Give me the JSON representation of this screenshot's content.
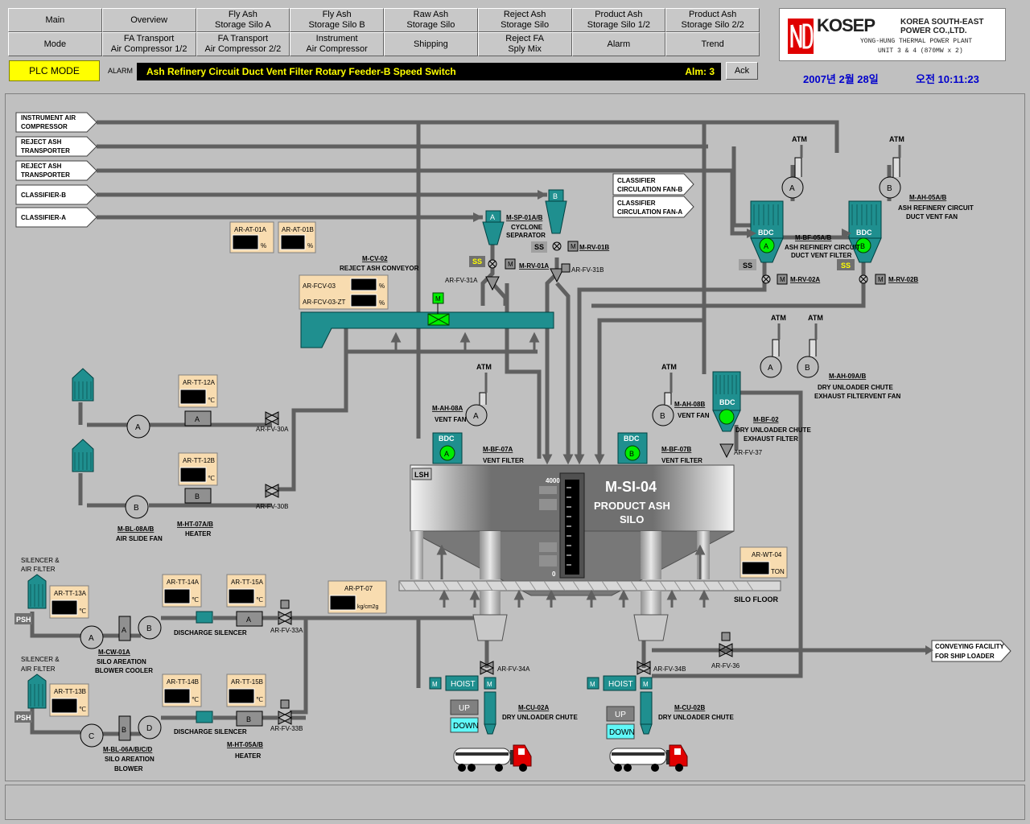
{
  "nav": {
    "main": "Main",
    "overview": "Overview",
    "fly_ash_a": "Fly Ash\nStorage Silo A",
    "fly_ash_b": "Fly Ash\nStorage Silo B",
    "raw_ash": "Raw Ash\nStorage Silo",
    "reject_ash": "Reject Ash\nStorage Silo",
    "product_ash_1": "Product Ash\nStorage Silo 1/2",
    "product_ash_2": "Product Ash\nStorage Silo 2/2",
    "mode": "Mode",
    "fa_transport_1": "FA Transport\nAir Compressor 1/2",
    "fa_transport_2": "FA Transport\nAir Compressor 2/2",
    "instrument_air": "Instrument\nAir Compressor",
    "shipping": "Shipping",
    "reject_fa": "Reject FA\nSply Mix",
    "alarm": "Alarm",
    "trend": "Trend"
  },
  "logo": {
    "brand": "KOSEP",
    "corp_line1": "KOREA SOUTH-EAST",
    "corp_line2": "POWER CO.,LTD.",
    "plant": "YONG-HUNG THERMAL POWER PLANT",
    "unit": "UNIT 3 & 4 (870MW x 2)"
  },
  "status": {
    "plc_mode": "PLC MODE",
    "alarm_label": "ALARM",
    "alarm_message": "Ash Refinery Circuit Duct Vent Filter Rotary Feeder-B Speed Switch",
    "alm_count": "Alm:   3",
    "ack": "Ack",
    "date": "2007년 2월 28일",
    "time": "오전 10:11:23"
  },
  "colors": {
    "background": "#c0c0c0",
    "equipment_teal": "#1f8f8f",
    "running_green": "#00ff00",
    "readout_bg": "#000000",
    "tag_bg": "#f8dcb0",
    "hmi_yellow": "#ffff00",
    "date_blue": "#0000cc"
  },
  "inlets": {
    "instrument_air": "INSTRUMENT AIR\nCOMPRESSOR",
    "reject_ash_1": "REJECT ASH\nTRANSPORTER",
    "reject_ash_2": "REJECT ASH\nTRANSPORTER",
    "classifier_b": "CLASSIFIER-B",
    "classifier_a": "CLASSIFIER-A"
  },
  "outlets": {
    "fan_b": "CLASSIFIER\nCIRCULATION FAN-B",
    "fan_a": "CLASSIFIER\nCIRCULATION FAN-A",
    "ship_loader": "CONVEYING FACILITY\nFOR SHIP LOADER"
  },
  "tags": {
    "at01a": "AR-AT-01A",
    "at01b": "AR-AT-01B",
    "fcv03": "AR-FCV-03",
    "fcv03zt": "AR-FCV-03-ZT",
    "tt12a": "AR-TT-12A",
    "tt12b": "AR-TT-12B",
    "tt13a": "AR-TT-13A",
    "tt13b": "AR-TT-13B",
    "tt14a": "AR-TT-14A",
    "tt14b": "AR-TT-14B",
    "tt15a": "AR-TT-15A",
    "tt15b": "AR-TT-15B",
    "pt07": "AR-PT-07",
    "wt04": "AR-WT-04"
  },
  "units": {
    "percent": "%",
    "celsius": "℃",
    "pressure": "kg/cm2g",
    "ton": "TON"
  },
  "labels": {
    "cv02": "M-CV-02",
    "reject_conveyor": "REJECT ASH CONVEYOR",
    "sp01": "M-SP-01A/B",
    "cyclone": "CYCLONE",
    "separator": "SEPARATOR",
    "rv01a": "M-RV-01A",
    "rv01b": "M-RV-01B",
    "fv31a": "AR-FV-31A",
    "fv31b": "AR-FV-31B",
    "ah05": "M-AH-05A/B",
    "arc_vent_1": "ASH REFINERY CIRCUIT",
    "arc_vent_2": "DUCT VENT FAN",
    "bf05": "M-BF-05A/B",
    "arc_filter_1": "ASH REFINERY CIRCUIT",
    "arc_filter_2": "DUCT VENT FILTER",
    "rv02a": "M-RV-02A",
    "rv02b": "M-RV-02B",
    "ah09": "M-AH-09A/B",
    "dry_fan_1": "DRY UNLOADER CHUTE",
    "dry_fan_2": "EXHAUST FILTER VENT FAN",
    "bf02": "M-BF-02",
    "dry_filter_1": "DRY UNLOADER CHUTE",
    "dry_filter_2": "EXHAUST FILTER",
    "fv37": "AR-FV-37",
    "ah08a": "M-AH-08A",
    "ah08b": "M-AH-08B",
    "vent_fan": "VENT FAN",
    "bf07a": "M-BF-07A",
    "bf07b": "M-BF-07B",
    "vent_filter": "VENT FILTER",
    "silo_tag": "M-SI-04",
    "silo_name_1": "PRODUCT ASH",
    "silo_name_2": "SILO",
    "lsh": "LSH",
    "level_max": "4000",
    "level_min": "0",
    "silo_floor": "SILO FLOOR",
    "fv30a": "AR-FV-30A",
    "fv30b": "AR-FV-30B",
    "bl08": "M-BL-08A/B",
    "air_slide_fan": "AIR SLIDE FAN",
    "ht07": "M-HT-07A/B",
    "heater": "HEATER",
    "silencer_1": "SILENCER &",
    "silencer_2": "AIR FILTER",
    "psh": "PSH",
    "cw01": "M-CW-01A",
    "silo_aeration": "SILO AREATION",
    "blower_cooler": "BLOWER COOLER",
    "discharge_silencer": "DISCHARGE SILENCER",
    "fv33a": "AR-FV-33A",
    "fv33b": "AR-FV-33B",
    "bl06": "M-BL-06A/B/C/D",
    "blower": "BLOWER",
    "ht05": "M-HT-05A/B",
    "fv34a": "AR-FV-34A",
    "fv34b": "AR-FV-34B",
    "fv36": "AR-FV-36",
    "hoist": "HOIST",
    "up": "UP",
    "down": "DOWN",
    "cu02a": "M-CU-02A",
    "cu02b": "M-CU-02B",
    "dry_chute": "DRY UNLOADER CHUTE",
    "atm": "ATM",
    "bdc": "BDC",
    "ss": "SS",
    "m": "M",
    "a": "A",
    "b": "B",
    "c": "C",
    "d": "D"
  }
}
